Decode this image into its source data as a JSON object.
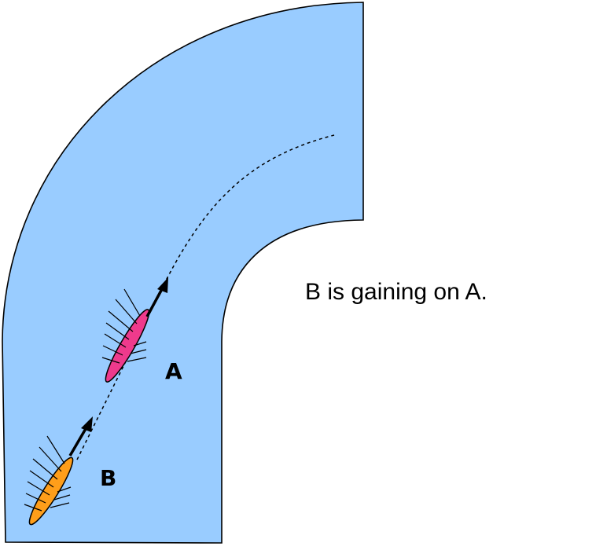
{
  "caption": "B is gaining on A.",
  "boats": {
    "a": {
      "label": "A",
      "color": "#ee3a8c"
    },
    "b": {
      "label": "B",
      "color": "#ff9e1a"
    }
  },
  "course": {
    "water_color": "#99ccff",
    "edge_color": "#000000"
  }
}
